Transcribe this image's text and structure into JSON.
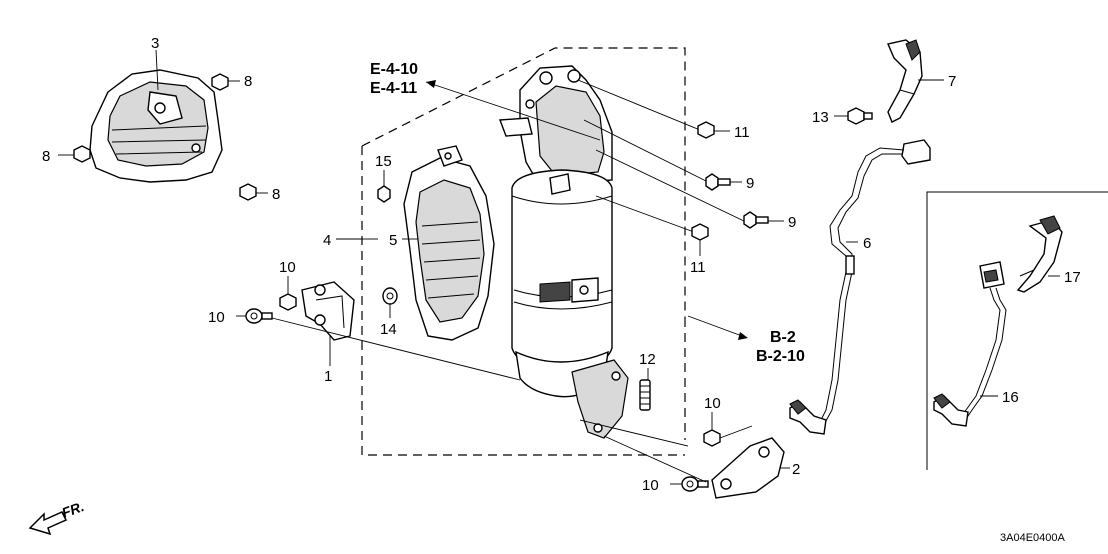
{
  "callouts": {
    "c1": "1",
    "c2": "2",
    "c3": "3",
    "c4": "4",
    "c5": "5",
    "c6": "6",
    "c7": "7",
    "c8a": "8",
    "c8b": "8",
    "c8c": "8",
    "c9a": "9",
    "c9b": "9",
    "c10a": "10",
    "c10b": "10",
    "c10c": "10",
    "c10d": "10",
    "c11a": "11",
    "c11b": "11",
    "c12": "12",
    "c13": "13",
    "c14": "14",
    "c15": "15",
    "c16": "16",
    "c17": "17"
  },
  "references": {
    "upper_1": "E-4-10",
    "upper_2": "E-4-11",
    "lower_1": "B-2",
    "lower_2": "B-2-10"
  },
  "front_indicator": "FR.",
  "diagram_code": "3A04E0400A",
  "icons": {
    "front_arrow": "arrow-down-left-icon"
  }
}
